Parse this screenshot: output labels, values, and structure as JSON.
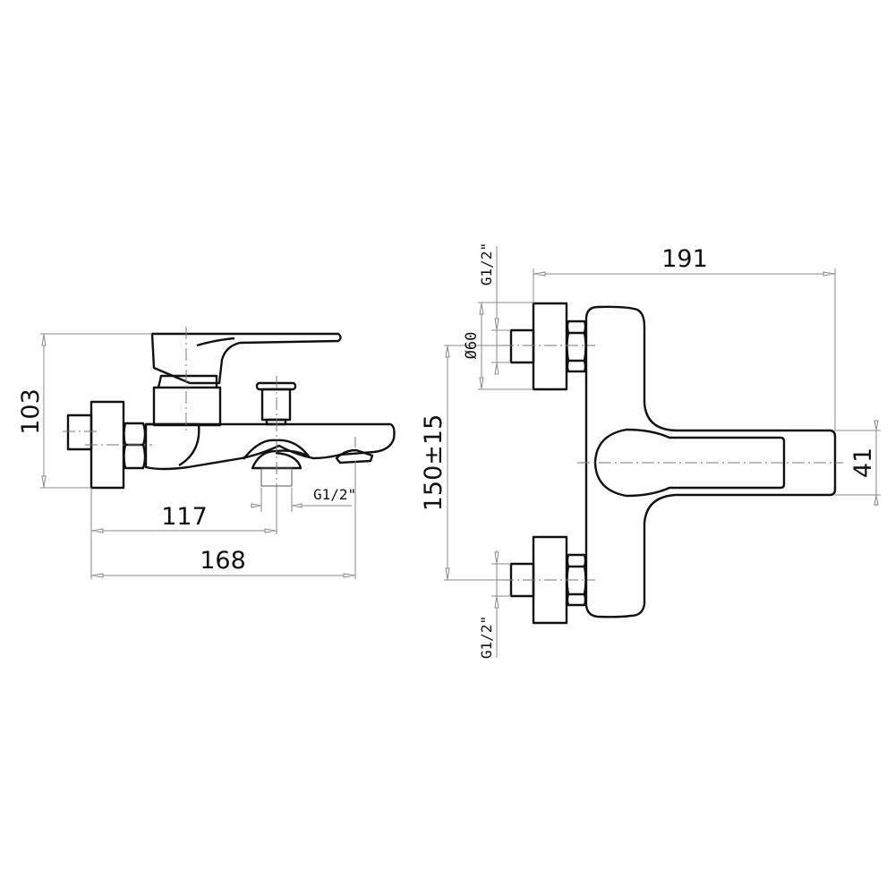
{
  "side_view": {
    "height_dim": "103",
    "outlet_dim": "117",
    "length_dim": "168",
    "outlet_thread": "G1/2\""
  },
  "front_view": {
    "width_dim": "191",
    "inlet_thread_top": "G1/2\"",
    "flange_diameter": "Ø60",
    "center_distance": "150±15",
    "lever_width_dim": "41",
    "inlet_thread_bottom": "G1/2\""
  }
}
